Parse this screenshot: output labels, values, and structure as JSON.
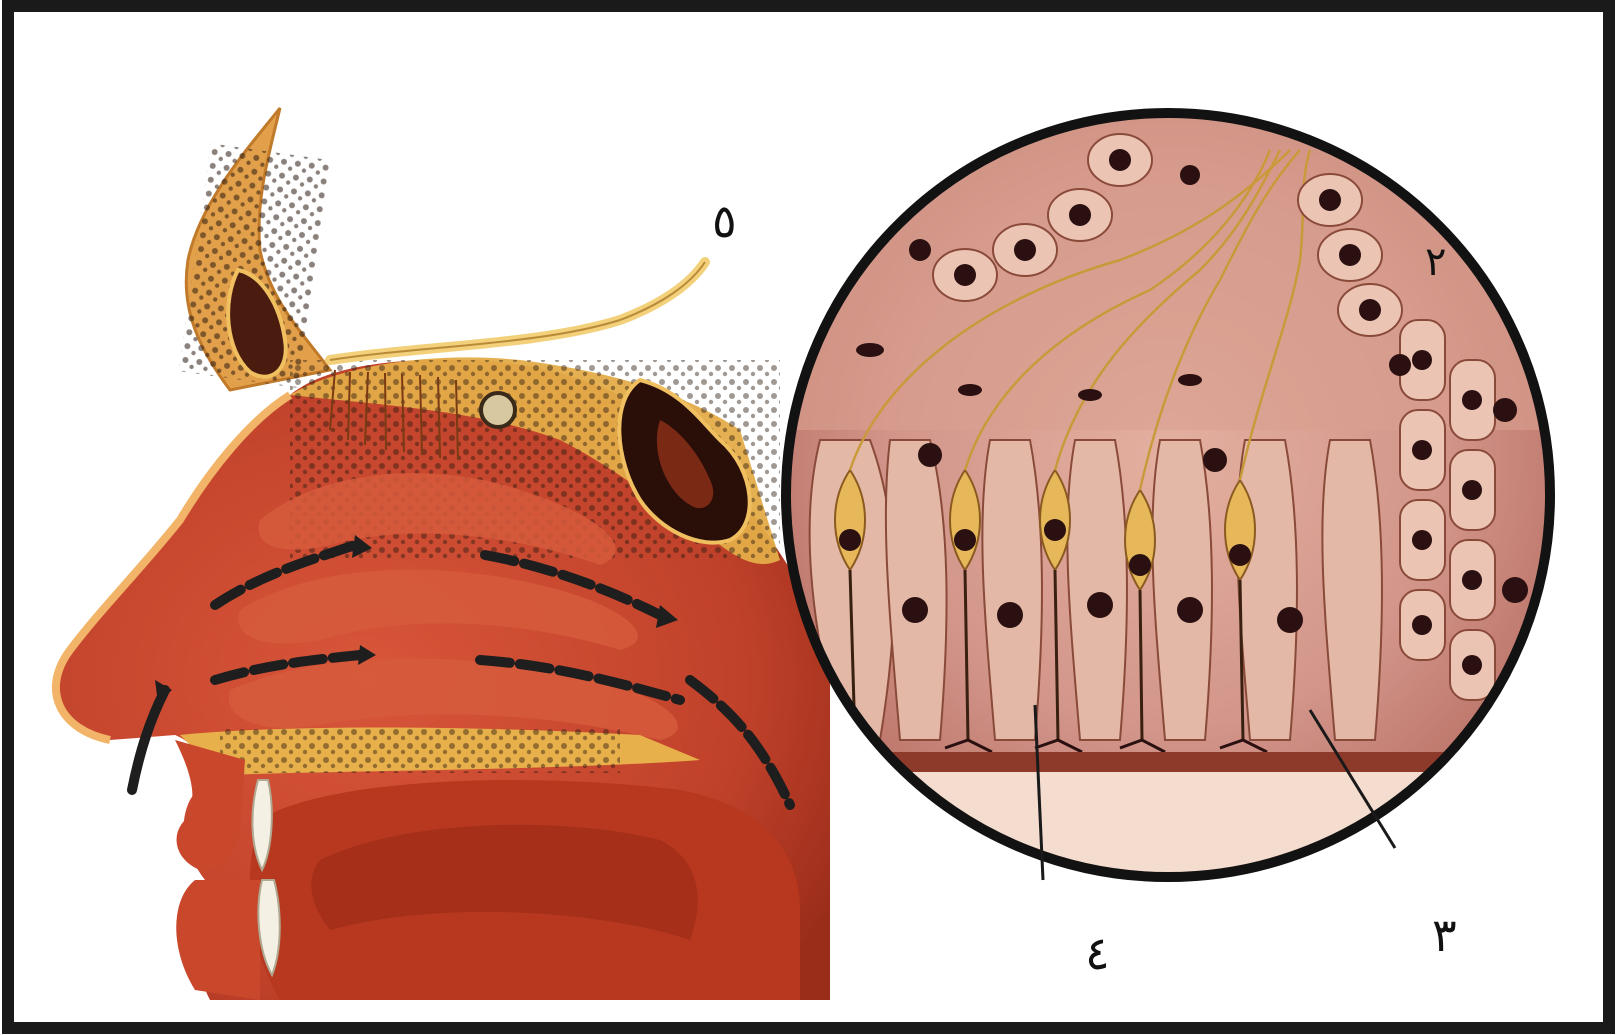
{
  "diagram": {
    "labels": {
      "label_5": "٥",
      "label_2": "٢",
      "label_4": "٤",
      "label_3": "٣"
    },
    "colors": {
      "frame": "#1a1a1a",
      "tissue": "#c8452a",
      "tissue_dark": "#8e2a17",
      "bone": "#e8b04a",
      "epithelium": "#d99a8a",
      "nucleus": "#2a1010",
      "nerve_fiber": "#d9b44a",
      "basement": "#f4d9c8"
    }
  }
}
